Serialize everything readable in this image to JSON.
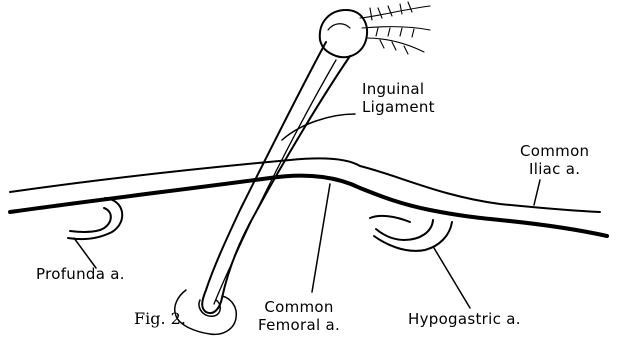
{
  "labels": {
    "inguinal_ligament": [
      "Inguinal",
      "Ligament"
    ],
    "common_iliac": [
      "Common",
      "Iliac a."
    ],
    "profunda": "Profunda a.",
    "common_femoral": [
      "Common",
      "Femoral a."
    ],
    "hypogastric": "Hypogastric a."
  },
  "caption": "Fig. 2.",
  "colors": {
    "line": "#000000",
    "background": "#ffffff"
  }
}
